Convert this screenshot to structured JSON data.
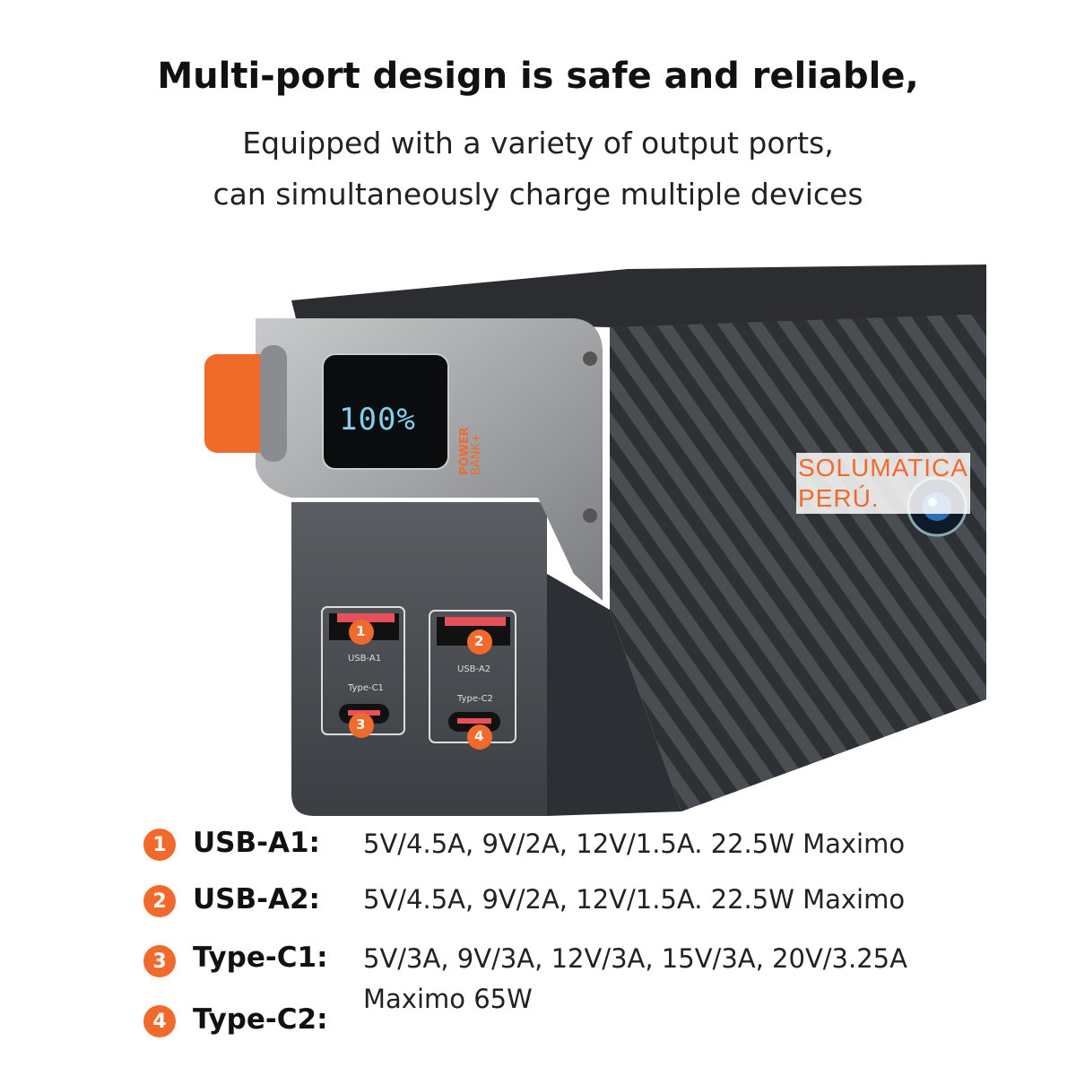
{
  "header": {
    "title": "Multi-port design is safe and reliable,",
    "subtitle_line1": "Equipped with a variety of output ports,",
    "subtitle_line2": "can simultaneously charge multiple devices"
  },
  "product": {
    "display_value": "100%",
    "brand_label_line1": "POWER",
    "brand_label_line2": "BANK+",
    "ports": [
      {
        "number": "1",
        "label": "USB-A1"
      },
      {
        "number": "2",
        "label": "USB-A2"
      },
      {
        "number": "3",
        "label": "Type-C1"
      },
      {
        "number": "4",
        "label": "Type-C2"
      }
    ],
    "watermark_line1": "SOLUMATICA",
    "watermark_line2": "PERÚ."
  },
  "specs": [
    {
      "number": "1",
      "port": "USB-A1:",
      "value": "5V/4.5A, 9V/2A, 12V/1.5A. 22.5W Maximo"
    },
    {
      "number": "2",
      "port": "USB-A2:",
      "value": "5V/4.5A, 9V/2A, 12V/1.5A. 22.5W Maximo"
    },
    {
      "number": "3",
      "port": "Type-C1:",
      "value": "5V/3A, 9V/3A, 12V/3A, 15V/3A, 20V/3.25A"
    },
    {
      "number": "4",
      "port": "Type-C2:",
      "value": "Maximo 65W"
    }
  ],
  "colors": {
    "accent": "#f26a2b",
    "body": "#3a3d40",
    "display_text": "#7fd0f0"
  }
}
